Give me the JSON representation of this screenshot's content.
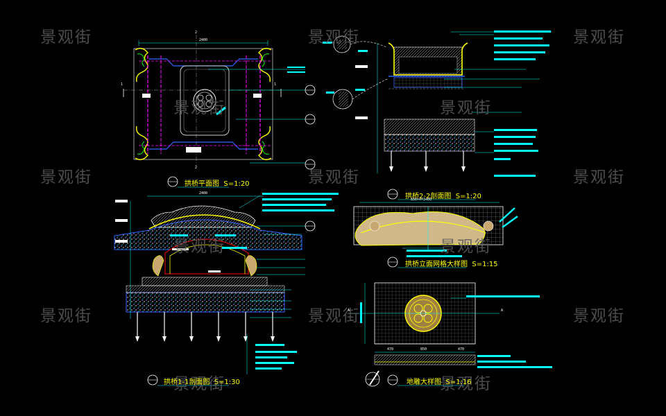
{
  "watermark": "景观街",
  "colors": {
    "background": "#000000",
    "cyan": "#00ffff",
    "yellow": "#ffff00",
    "white": "#ffffff",
    "magenta": "#ff00ff",
    "blue": "#0000ff",
    "green": "#00ff00",
    "red": "#ff0000",
    "watermark": "#5a5a5a"
  },
  "drawings": {
    "plan": {
      "title": "拱桥平面图",
      "scale": "S=1:20",
      "section_mark_vertical": "2",
      "section_mark_horizontal": "1"
    },
    "section22": {
      "title": "拱桥2-2剖面图",
      "scale": "S=1:20"
    },
    "section11": {
      "title": "拱桥1-1剖面图",
      "scale": "S=1:30"
    },
    "elevation": {
      "title": "拱桥立面网格大样图",
      "scale": "S=1:15"
    },
    "paving": {
      "title": "地雕大样图",
      "scale": "S=1:16",
      "section_mark": "A"
    }
  },
  "dimensions": {
    "plan_top": "2400",
    "section11_top": "2400",
    "elevation_top": "850×4=3400",
    "paving_bottom": [
      "470",
      "850",
      "470"
    ]
  }
}
